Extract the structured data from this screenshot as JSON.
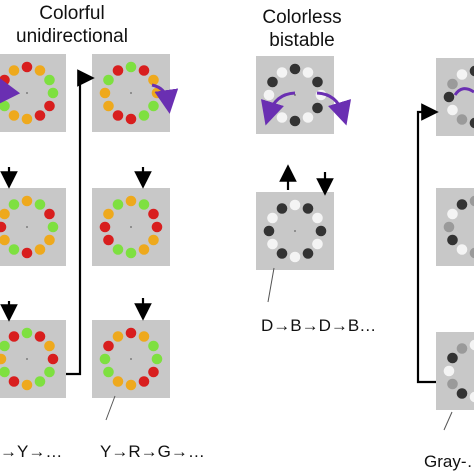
{
  "titles": {
    "colorful": "Colorful\nunidirectional",
    "colorless": "Colorless\nbistable"
  },
  "sequences": {
    "col1": "→Y→…",
    "col2": "Y→R→G→…",
    "col3": "D→B→D→B…",
    "col4": "Gray-…"
  },
  "colors": {
    "red": "#d81e1e",
    "orange": "#eea91d",
    "green": "#7ee040",
    "dark": "#333333",
    "white": "#f4f4f4",
    "gray": "#9a9a9a",
    "panel": "#c8c8c8",
    "arrow_purple": "#6a2fb2"
  },
  "panels": [
    {
      "id": "p1a",
      "dots": [
        "red",
        "orange",
        "green",
        "green",
        "red",
        "red",
        "orange",
        "orange",
        "green",
        "red",
        "red",
        "orange"
      ]
    },
    {
      "id": "p1b",
      "dots": [
        "orange",
        "green",
        "red",
        "green",
        "orange",
        "orange",
        "red",
        "green",
        "orange",
        "red",
        "orange",
        "green"
      ]
    },
    {
      "id": "p1c",
      "dots": [
        "green",
        "red",
        "orange",
        "red",
        "green",
        "green",
        "orange",
        "red",
        "green",
        "orange",
        "green",
        "red"
      ]
    },
    {
      "id": "p2a",
      "dots": [
        "green",
        "red",
        "orange",
        "orange",
        "green",
        "green",
        "red",
        "red",
        "orange",
        "orange",
        "green",
        "red"
      ]
    },
    {
      "id": "p2b",
      "dots": [
        "orange",
        "green",
        "red",
        "red",
        "orange",
        "orange",
        "green",
        "green",
        "red",
        "red",
        "orange",
        "green"
      ]
    },
    {
      "id": "p2c",
      "dots": [
        "red",
        "orange",
        "green",
        "green",
        "red",
        "red",
        "orange",
        "orange",
        "green",
        "green",
        "red",
        "orange"
      ]
    },
    {
      "id": "p3a",
      "dots": [
        "dark",
        "white",
        "dark",
        "white",
        "dark",
        "white",
        "dark",
        "white",
        "dark",
        "white",
        "dark",
        "white"
      ]
    },
    {
      "id": "p3b",
      "dots": [
        "white",
        "dark",
        "white",
        "dark",
        "white",
        "dark",
        "white",
        "dark",
        "white",
        "dark",
        "white",
        "dark"
      ]
    },
    {
      "id": "p4a",
      "dots": [
        "dark",
        "gray",
        "white",
        "dark",
        "gray",
        "white",
        "dark",
        "gray",
        "white",
        "dark",
        "gray",
        "white"
      ]
    },
    {
      "id": "p4b",
      "dots": [
        "gray",
        "white",
        "dark",
        "gray",
        "white",
        "dark",
        "gray",
        "white",
        "dark",
        "gray",
        "white",
        "dark"
      ]
    },
    {
      "id": "p4c",
      "dots": [
        "white",
        "dark",
        "gray",
        "white",
        "dark",
        "gray",
        "white",
        "dark",
        "gray",
        "white",
        "dark",
        "gray"
      ]
    }
  ]
}
